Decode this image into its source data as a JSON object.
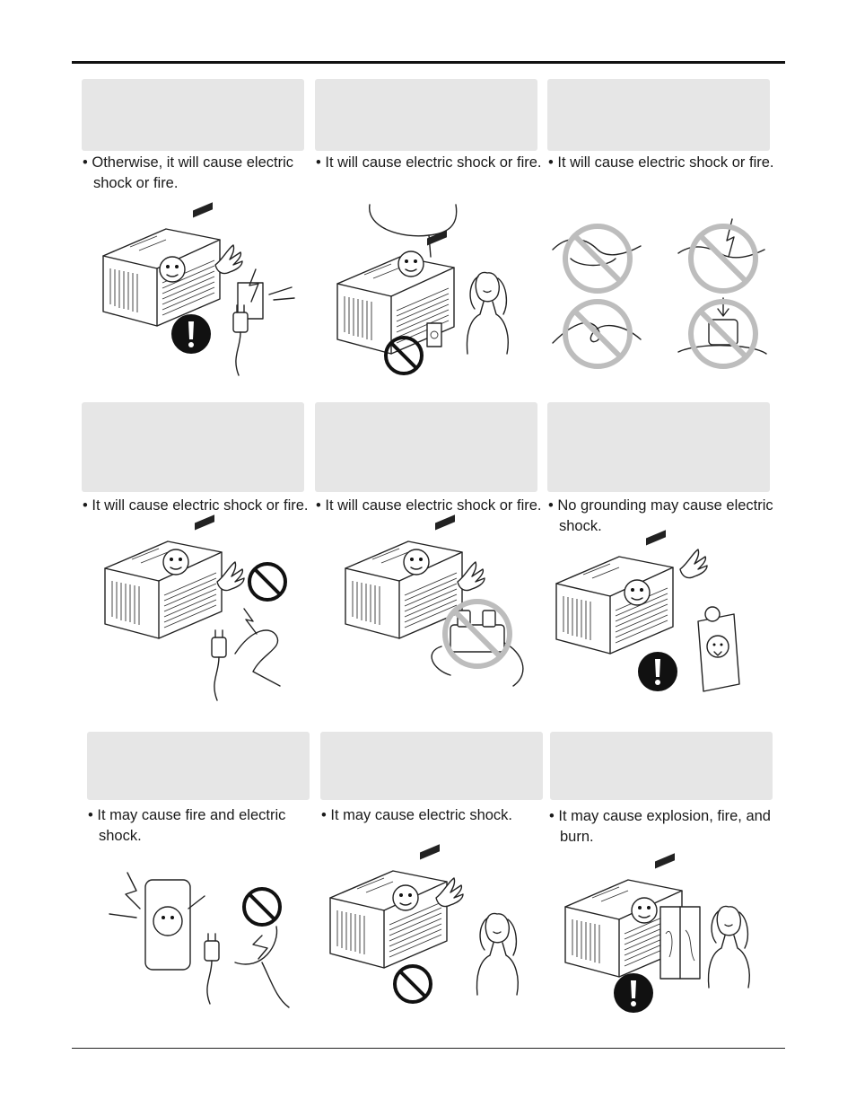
{
  "sections": [
    {
      "caption": "• Otherwise, it will cause electric shock or fire.",
      "icons": [
        "air-conditioner-icon",
        "hand-icon",
        "wall-outlet-icon",
        "exclamation-icon"
      ]
    },
    {
      "caption": "• It will cause electric shock or fire.",
      "icons": [
        "air-conditioner-icon",
        "speech-bubble-icon",
        "woman-icon",
        "prohibited-icon"
      ]
    },
    {
      "caption": "• It will cause electric shock or fire.",
      "icons": [
        "cord-twist-prohibited-icon",
        "cord-cut-prohibited-icon",
        "cord-knot-prohibited-icon",
        "cord-crush-prohibited-icon"
      ]
    },
    {
      "caption": "• It will cause electric shock or fire.",
      "icons": [
        "air-conditioner-icon",
        "plug-icon",
        "prohibited-icon"
      ]
    },
    {
      "caption": "• It will cause electric shock or fire.",
      "icons": [
        "air-conditioner-icon",
        "extension-outlet-prohibited-icon"
      ]
    },
    {
      "caption": "• No grounding may cause electric shock.",
      "icons": [
        "air-conditioner-icon",
        "grounded-outlet-icon",
        "exclamation-icon"
      ]
    },
    {
      "caption": "• It may cause fire and electric shock.",
      "icons": [
        "wall-outlet-icon",
        "plug-icon",
        "prohibited-icon"
      ]
    },
    {
      "caption": "• It may cause electric shock.",
      "icons": [
        "air-conditioner-icon",
        "woman-icon",
        "prohibited-icon"
      ]
    },
    {
      "caption": "• It may cause explosion, fire, and burn.",
      "icons": [
        "air-conditioner-icon",
        "window-icon",
        "woman-icon",
        "exclamation-icon"
      ]
    }
  ],
  "colors": {
    "box": "#e6e6e6",
    "rule": "#111111",
    "text": "#1a1a1a"
  }
}
